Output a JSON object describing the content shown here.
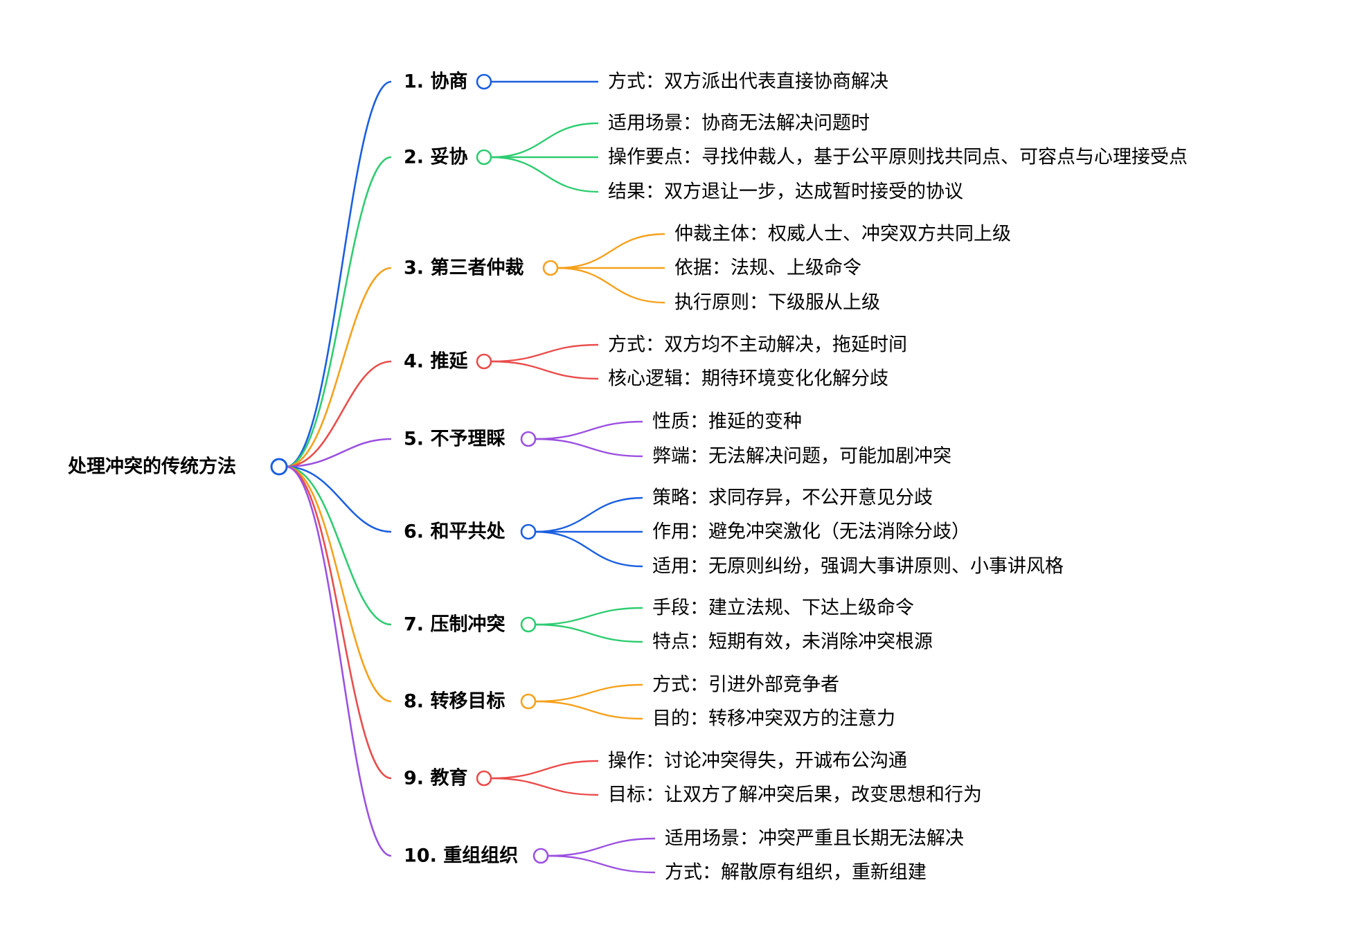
{
  "root": {
    "label": "处理冲突的传统方法",
    "color": "#1a5fe0"
  },
  "branches": [
    {
      "label": "1. 协商",
      "color": "#1a5fe0",
      "children": [
        "方式：双方派出代表直接协商解决"
      ]
    },
    {
      "label": "2. 妥协",
      "color": "#2ecc71",
      "children": [
        "适用场景：协商无法解决问题时",
        "操作要点：寻找仲裁人，基于公平原则找共同点、可容点与心理接受点",
        "结果：双方退让一步，达成暂时接受的协议"
      ]
    },
    {
      "label": "3. 第三者仲裁",
      "color": "#f5a11c",
      "children": [
        "仲裁主体：权威人士、冲突双方共同上级",
        "依据：法规、上级命令",
        "执行原则：下级服从上级"
      ]
    },
    {
      "label": "4. 推延",
      "color": "#ea4c4c",
      "children": [
        "方式：双方均不主动解决，拖延时间",
        "核心逻辑：期待环境变化化解分歧"
      ]
    },
    {
      "label": "5. 不予理睬",
      "color": "#9b51e0",
      "children": [
        "性质：推延的变种",
        "弊端：无法解决问题，可能加剧冲突"
      ]
    },
    {
      "label": "6. 和平共处",
      "color": "#1a5fe0",
      "children": [
        "策略：求同存异，不公开意见分歧",
        "作用：避免冲突激化（无法消除分歧）",
        "适用：无原则纠纷，强调大事讲原则、小事讲风格"
      ]
    },
    {
      "label": "7. 压制冲突",
      "color": "#2ecc71",
      "children": [
        "手段：建立法规、下达上级命令",
        "特点：短期有效，未消除冲突根源"
      ]
    },
    {
      "label": "8. 转移目标",
      "color": "#f5a11c",
      "children": [
        "方式：引进外部竞争者",
        "目的：转移冲突双方的注意力"
      ]
    },
    {
      "label": "9. 教育",
      "color": "#ea4c4c",
      "children": [
        "操作：讨论冲突得失，开诚布公沟通",
        "目标：让双方了解冲突后果，改变思想和行为"
      ]
    },
    {
      "label": "10. 重组组织",
      "color": "#9b51e0",
      "children": [
        "适用场景：冲突严重且长期无法解决",
        "方式：解散原有组织，重新组建"
      ]
    }
  ]
}
